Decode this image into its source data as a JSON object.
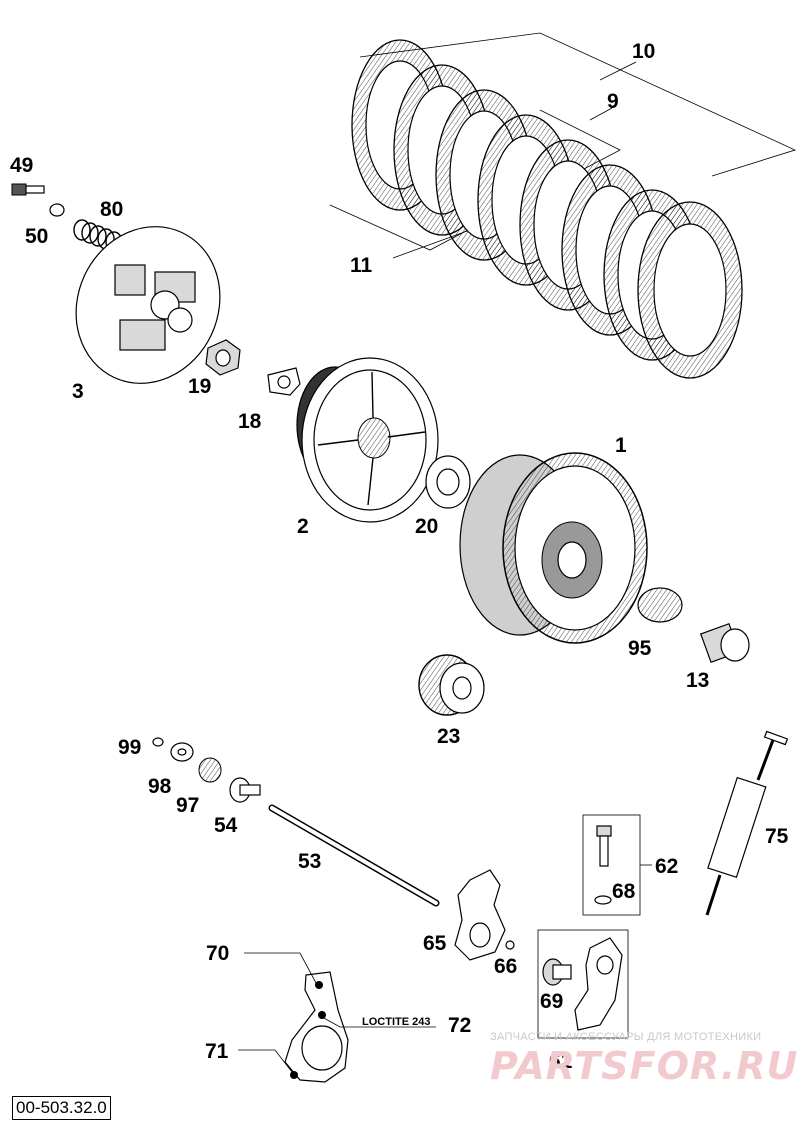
{
  "diagram": {
    "code": "00-503.32.0",
    "loctite_note": "LOCTITE 243",
    "watermark": {
      "tagline": "ЗАПЧАСТИ И АКСЕССУАРЫ ДЛЯ МОТОТЕХНИКИ",
      "brand": "PARTSFOR.RU"
    },
    "parts": {
      "p1": "1",
      "p2": "2",
      "p3": "3",
      "p9": "9",
      "p10": "10",
      "p11": "11",
      "p13": "13",
      "p18": "18",
      "p19": "19",
      "p20": "20",
      "p23": "23",
      "p49": "49",
      "p50": "50",
      "p53": "53",
      "p54": "54",
      "p61": "61",
      "p62": "62",
      "p65": "65",
      "p66": "66",
      "p68": "68",
      "p69": "69",
      "p70": "70",
      "p71": "71",
      "p72": "72",
      "p75": "75",
      "p80": "80",
      "p95": "95",
      "p97": "97",
      "p98": "98",
      "p99": "99"
    }
  }
}
